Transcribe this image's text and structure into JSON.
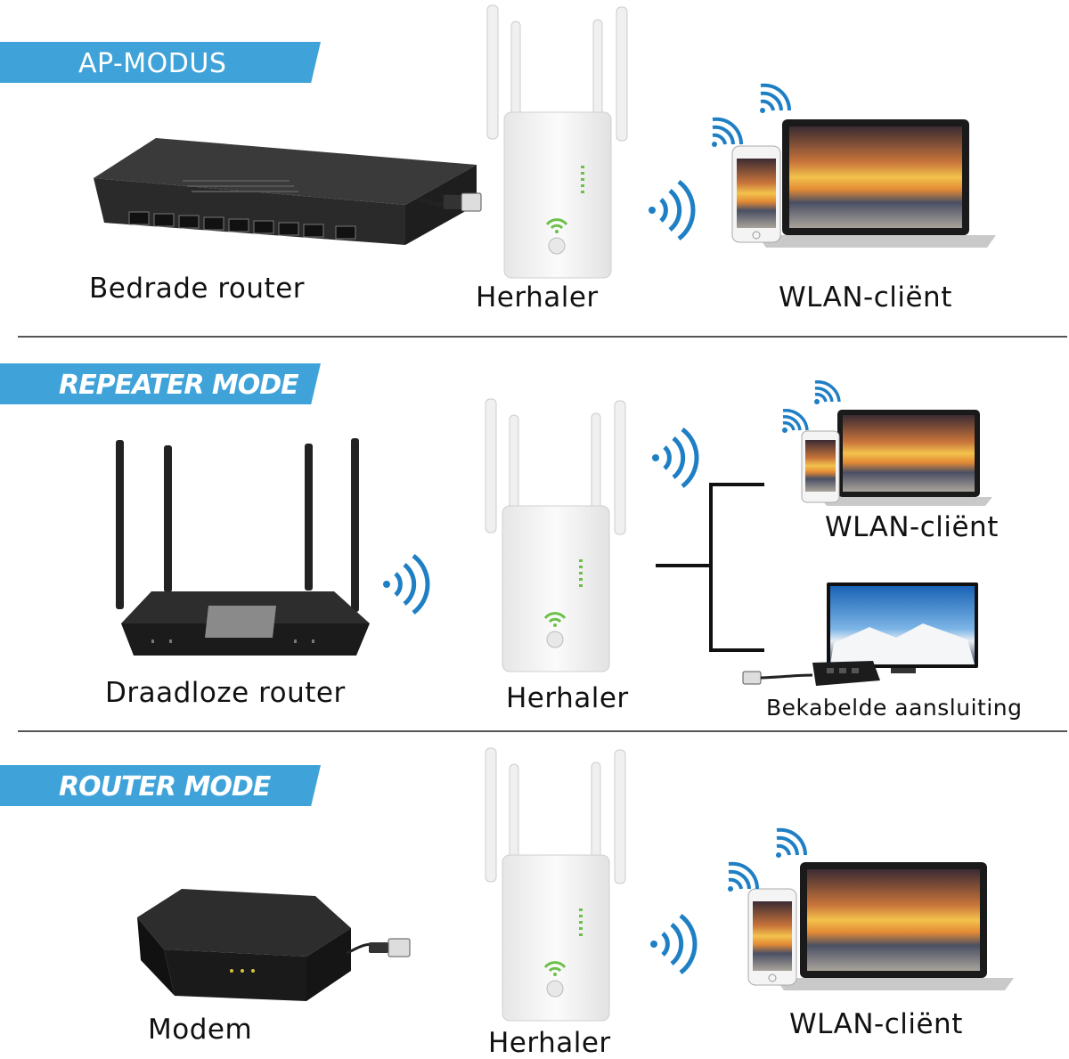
{
  "panels": [
    {
      "mode": "AP-MODUS",
      "source": "Bedrade router",
      "repeater": "Herhaler",
      "client": "WLAN-cliënt"
    },
    {
      "mode": "REPEATER MODE",
      "source": "Draadloze router",
      "repeater": "Herhaler",
      "client": "WLAN-cliënt",
      "wired": "Bekabelde aansluiting"
    },
    {
      "mode": "ROUTER MODE",
      "source": "Modem",
      "repeater": "Herhaler",
      "client": "WLAN-cliënt"
    }
  ],
  "colors": {
    "banner": "#3fa3d9",
    "wifi_waves": "#1f7fc4",
    "device_dark": "#2b2b2b",
    "repeater_white": "#f2f2f2",
    "led_green": "#6cc04a"
  },
  "icons": [
    "switch-icon",
    "router-icon",
    "modem-icon",
    "repeater-icon",
    "wifi-signal-icon",
    "laptop-icon",
    "phone-icon",
    "tv-icon",
    "ethernet-plug-icon"
  ]
}
